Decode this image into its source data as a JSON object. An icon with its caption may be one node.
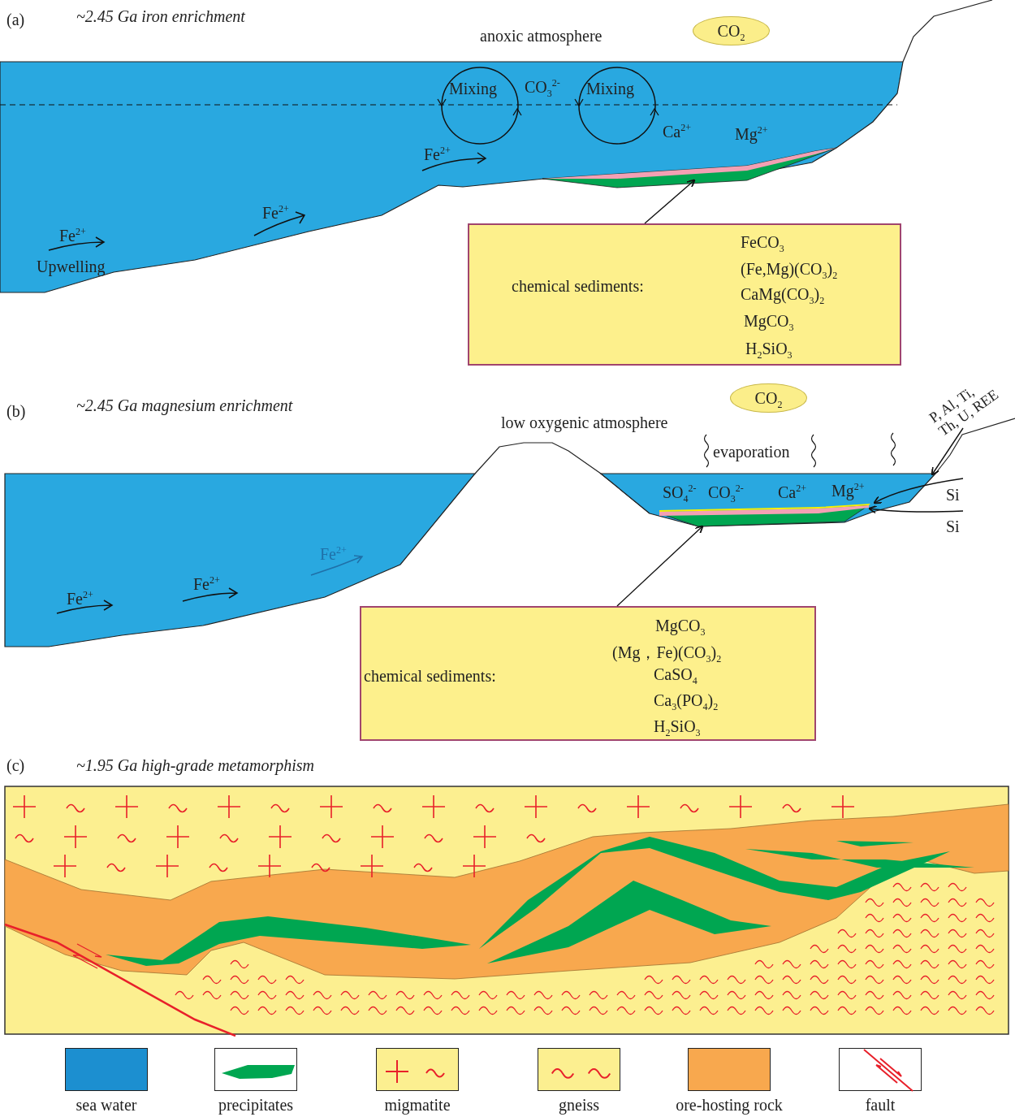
{
  "diagram": {
    "nodes": [
      {
        "text": [],
        "shape": "bar"
      },
      {
        "text": [
          "chemical sediments:",
          "FeCO$_{3}$",
          "(Fe,Mg)(CO$_{3}$)$_{2}$",
          "CaMg(CO$_{3}$)$_{2}$",
          "MgCO$_{3}$",
          "H$_{2}$SiO$_{3}$"
        ]
      },
      {
        "text": [
          "CO$_{2}$"
        ]
      },
      {
        "text": [],
        "shape": "basin"
      },
      {
        "text": [],
        "shape": "bar",
        "in": 3
      },
      {
        "text": [
          "chemical sediments:",
          "MgCO$_{3}$",
          "(Mg，Fe)(CO$_{3}$)$_{2}$",
          "CaSO$_{4}$",
          "Ca$_{3}$(PO$_{4}$)$_{2}$",
          "H$_{2}$SiO$_{3}$"
        ]
      },
      {
        "text": [
          "CO$_{2}$"
        ]
      },
      {
        "text": [
          "P, Al, Ti, Th, U, REE"
        ]
      },
      {
        "text": [
          "Si"
        ]
      },
      {
        "text": [
          "Si"
        ]
      }
    ],
    "edges": [
      {
        "from": 1,
        "to": 0,
        "arrow": "to"
      },
      {
        "from": 5,
        "to": 4,
        "arrow": "to"
      },
      {
        "from": 7,
        "to": 3,
        "arrow": "to"
      },
      {
        "from": 8,
        "to": 4,
        "arrow": "to"
      },
      {
        "from": 9,
        "to": 4,
        "arrow": "to"
      }
    ],
    "labels": [
      "(a)",
      "~2.45 Ga iron enrichment",
      "anoxic atmosphere",
      "Mixing",
      "CO$_{3}$$^{2-}$",
      "Mixing",
      "Ca$^{2+}$",
      "Mg$^{2+}$",
      "Fe$^{2+}$",
      "Fe$^{2+}$",
      "Fe$^{2+}$",
      "Upwelling",
      "(b)",
      "~2.45 Ga magnesium enrichment",
      "low oxygenic atmosphere",
      "evaporation",
      "SO$_{4}$$^{2-}$",
      "CO$_{3}$$^{2-}$",
      "Ca$^{2+}$",
      "Mg$^{2+}$",
      "Fe$^{2+}$",
      "Fe$^{2+}$",
      "Fe$^{2+}$",
      "(c)",
      "~1.95 Ga high-grade metamorphism"
    ],
    "legend": [
      {
        "text": "sea water",
        "color": "#1c8fd0"
      },
      {
        "text": "precipitates"
      },
      {
        "text": "migmatite"
      },
      {
        "text": "gneiss"
      },
      {
        "text": "ore-hosting rock",
        "color": "#f8a84e"
      },
      {
        "text": "fault"
      }
    ]
  }
}
